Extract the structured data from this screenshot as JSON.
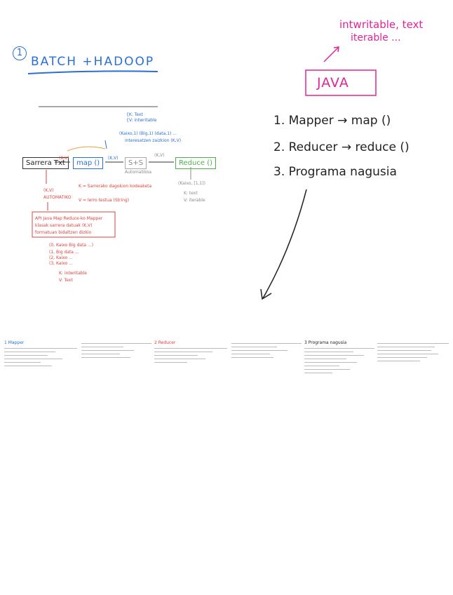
{
  "section": {
    "number": "1",
    "title": "BATCH +HADOOP"
  },
  "java": {
    "label": "JAVA",
    "note_line1": "intwritable, text",
    "note_line2": "iterable ..."
  },
  "java_list": [
    {
      "text": "1. Mapper → map ()"
    },
    {
      "text": "2. Reducer → reduce ()"
    },
    {
      "text": "3. Programa nagusia"
    }
  ],
  "diagram": {
    "kt_top": "{K: Text",
    "kt_top2": "{V: intwritable",
    "mid_top": "(Kaixo,1) (Big,1) (data,1) ...",
    "mid_top2": "interesatzen zaizkion (K,V)",
    "source_box": "Sarrera Txt",
    "kv1": "(K,V)",
    "map_box": "map ()",
    "kv2": "(K,V)",
    "sns_box": "S+S",
    "sns_sub": "Automatikoa",
    "kv3": "(K,V)",
    "reduce_box": "Reduce ()",
    "kv_left": "(K,V)",
    "kv_left_sub": "AUTOMATIKO",
    "k_note": "K = Sarrerako dagokion kodeaketa",
    "v_note": "V = lerro testua (String)",
    "out_kv": "(Kaixo, [1,1])",
    "out_k": "K: text",
    "out_v": "V: iterable",
    "api_note1": "API Java Map Reduce-ko Mapper",
    "api_note2": "klasak sarrera datuak (K,V)",
    "api_note3": "formatuan bidaltzen dizkio",
    "list1": "(0, Kaixo Big data ...)",
    "list2": "(1, Big data ...",
    "list3": "(2, Kaixo ...",
    "list4": "(3, Kaixo ...",
    "lk": "K: intwritable",
    "lv": "V: Text"
  },
  "thumbnails": [
    {
      "title": "1 Mapper"
    },
    {
      "title": ""
    },
    {
      "title": "2 Reducer"
    },
    {
      "title": ""
    },
    {
      "title": "3 Programa nagusia"
    },
    {
      "title": ""
    }
  ]
}
